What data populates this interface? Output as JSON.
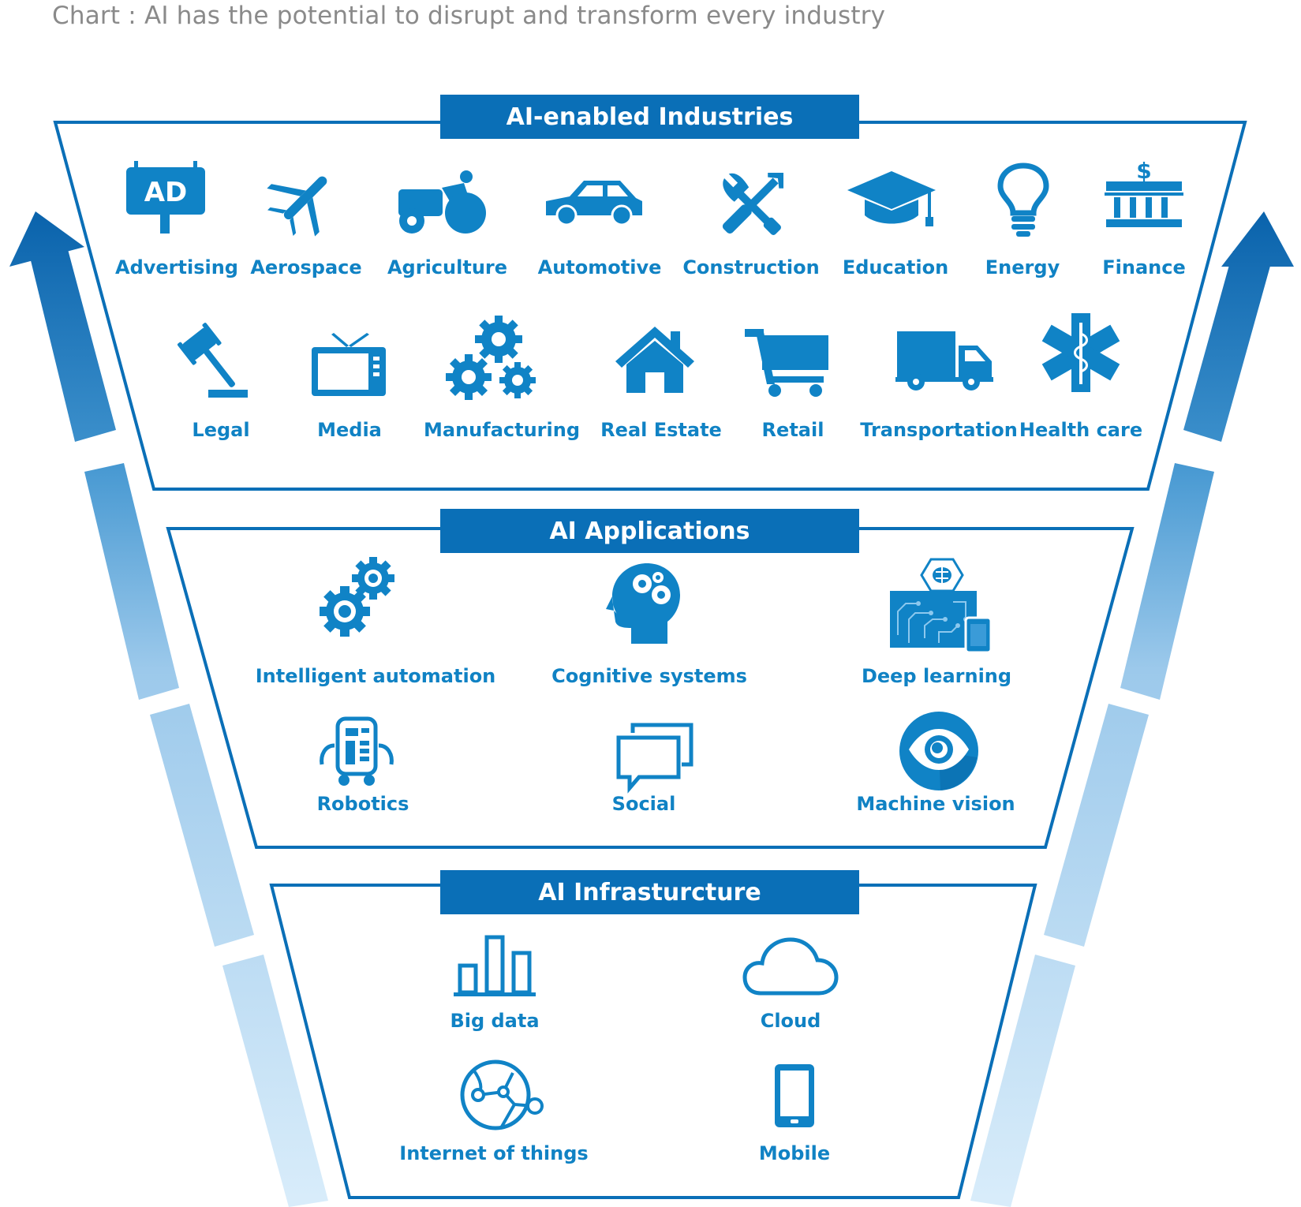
{
  "caption": "Chart : AI has the potential to disrupt and transform every industry",
  "colors": {
    "primary": "#0a6fb7",
    "icon": "#1083c6",
    "label": "#1082c4",
    "arrow_light": "#cfe6f7"
  },
  "layers": [
    {
      "title": "AI-enabled Industries",
      "items": [
        {
          "label": "Advertising",
          "icon": "billboard-icon"
        },
        {
          "label": "Aerospace",
          "icon": "airplane-icon"
        },
        {
          "label": "Agriculture",
          "icon": "tractor-icon"
        },
        {
          "label": "Automotive",
          "icon": "car-icon"
        },
        {
          "label": "Construction",
          "icon": "tools-icon"
        },
        {
          "label": "Education",
          "icon": "graduation-cap-icon"
        },
        {
          "label": "Energy",
          "icon": "lightbulb-icon"
        },
        {
          "label": "Finance",
          "icon": "bank-icon"
        },
        {
          "label": "Legal",
          "icon": "gavel-icon"
        },
        {
          "label": "Media",
          "icon": "tv-icon"
        },
        {
          "label": "Manufacturing",
          "icon": "gears-icon"
        },
        {
          "label": "Real Estate",
          "icon": "house-icon"
        },
        {
          "label": "Retail",
          "icon": "cart-icon"
        },
        {
          "label": "Transportation",
          "icon": "truck-icon"
        },
        {
          "label": "Health care",
          "icon": "star-of-life-icon"
        }
      ]
    },
    {
      "title": "AI Applications",
      "items": [
        {
          "label": "Intelligent automation",
          "icon": "gears-icon"
        },
        {
          "label": "Cognitive systems",
          "icon": "brain-head-icon"
        },
        {
          "label": "Deep learning",
          "icon": "circuit-brain-icon"
        },
        {
          "label": "Robotics",
          "icon": "robot-icon"
        },
        {
          "label": "Social",
          "icon": "chat-bubbles-icon"
        },
        {
          "label": "Machine vision",
          "icon": "eye-icon"
        }
      ]
    },
    {
      "title": "AI Infrasturcture",
      "items": [
        {
          "label": "Big data",
          "icon": "bar-chart-icon"
        },
        {
          "label": "Cloud",
          "icon": "cloud-icon"
        },
        {
          "label": "Internet of things",
          "icon": "globe-network-icon"
        },
        {
          "label": "Mobile",
          "icon": "tablet-icon"
        }
      ]
    }
  ]
}
